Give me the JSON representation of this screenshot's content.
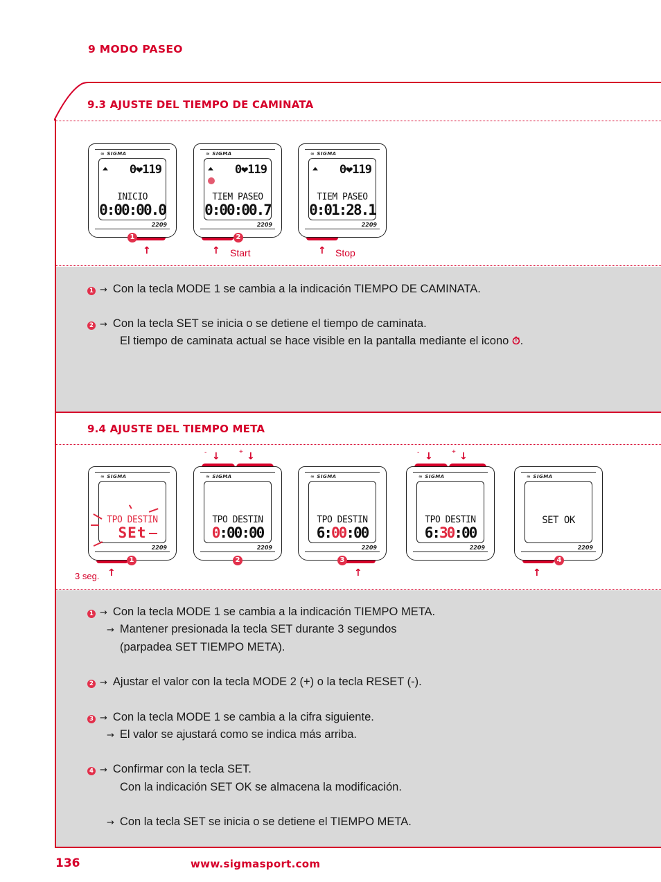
{
  "header": {
    "chapter_title": "9 MODO PASEO"
  },
  "section_93": {
    "heading": "9.3 AJUSTE DEL TIEMPO DE CAMINATA",
    "devices": [
      {
        "brand": "SIGMA",
        "model": "2209",
        "row1": "0❤119",
        "label": "INICIO",
        "big": "0:00:00.0",
        "step": "1",
        "press": "up-arrow",
        "press_label": ""
      },
      {
        "brand": "SIGMA",
        "model": "2209",
        "row1": "0❤119",
        "label": "TIEM PASEO",
        "big": "0:00:00.7",
        "step": "2",
        "press": "up-arrow",
        "press_label": "Start",
        "icon": "stopwatch-icon"
      },
      {
        "brand": "SIGMA",
        "model": "2209",
        "row1": "0❤119",
        "label": "TIEM PASEO",
        "big": "0:01:28.1",
        "step": "",
        "press": "up-arrow",
        "press_label": "Stop"
      }
    ],
    "instructions": [
      {
        "step": "1",
        "lines": [
          "Con la tecla MODE 1 se cambia a la indicación TIEMPO DE CAMINATA."
        ]
      },
      {
        "step": "2",
        "lines": [
          "Con la tecla SET se inicia o se detiene el tiempo de caminata.",
          "El tiempo de caminata actual se hace visible en la pantalla mediante el icono",
          "."
        ]
      }
    ]
  },
  "section_94": {
    "heading": "9.4 AJUSTE DEL TIEMPO META",
    "minus_label": "-",
    "plus_label": "+",
    "hold_label": "3 seg.",
    "devices": [
      {
        "brand": "SIGMA",
        "model": "2209",
        "label": "TPO DESTIN",
        "big": "SEt",
        "step": "1"
      },
      {
        "brand": "SIGMA",
        "model": "2209",
        "label": "TPO DESTIN",
        "big_hl": "0",
        "big_rest": ":00:00",
        "step": "2"
      },
      {
        "brand": "SIGMA",
        "model": "2209",
        "label": "TPO DESTIN",
        "big_pre": "6:",
        "big_hl": "00",
        "big_rest": ":00",
        "step": "3"
      },
      {
        "brand": "SIGMA",
        "model": "2209",
        "label": "TPO DESTIN",
        "big_pre": "6:",
        "big_hl": "30",
        "big_rest": ":00",
        "step": ""
      },
      {
        "brand": "SIGMA",
        "model": "2209",
        "label": "SET OK",
        "step": "4"
      }
    ],
    "instructions": [
      {
        "step": "1",
        "lines": [
          "Con la tecla MODE 1 se cambia a la indicación TIEMPO META.",
          "Mantener presionada la tecla SET durante 3 segundos",
          "(parpadea SET TIEMPO META)."
        ]
      },
      {
        "step": "2",
        "lines": [
          "Ajustar el valor con la tecla MODE 2 (+) o la tecla RESET (-)."
        ]
      },
      {
        "step": "3",
        "lines": [
          "Con la tecla MODE 1 se cambia a la cifra siguiente.",
          "El valor se ajustará como se indica más arriba."
        ]
      },
      {
        "step": "4",
        "lines": [
          "Confirmar con la tecla SET.",
          "Con la indicación SET OK se almacena la modificación."
        ]
      },
      {
        "step": "",
        "lines": [
          "Con la tecla SET se inicia o se detiene el TIEMPO META."
        ]
      }
    ]
  },
  "symbols": {
    "arrow": "→",
    "up_arrow": "🡑",
    "down_arrow": "🡓",
    "stopwatch": "⏱"
  },
  "colors": {
    "accent": "#d6002a",
    "panel": "#d9d9d9",
    "badge": "#e2304b"
  },
  "footer": {
    "page_number": "136",
    "url": "www.sigmasport.com"
  }
}
